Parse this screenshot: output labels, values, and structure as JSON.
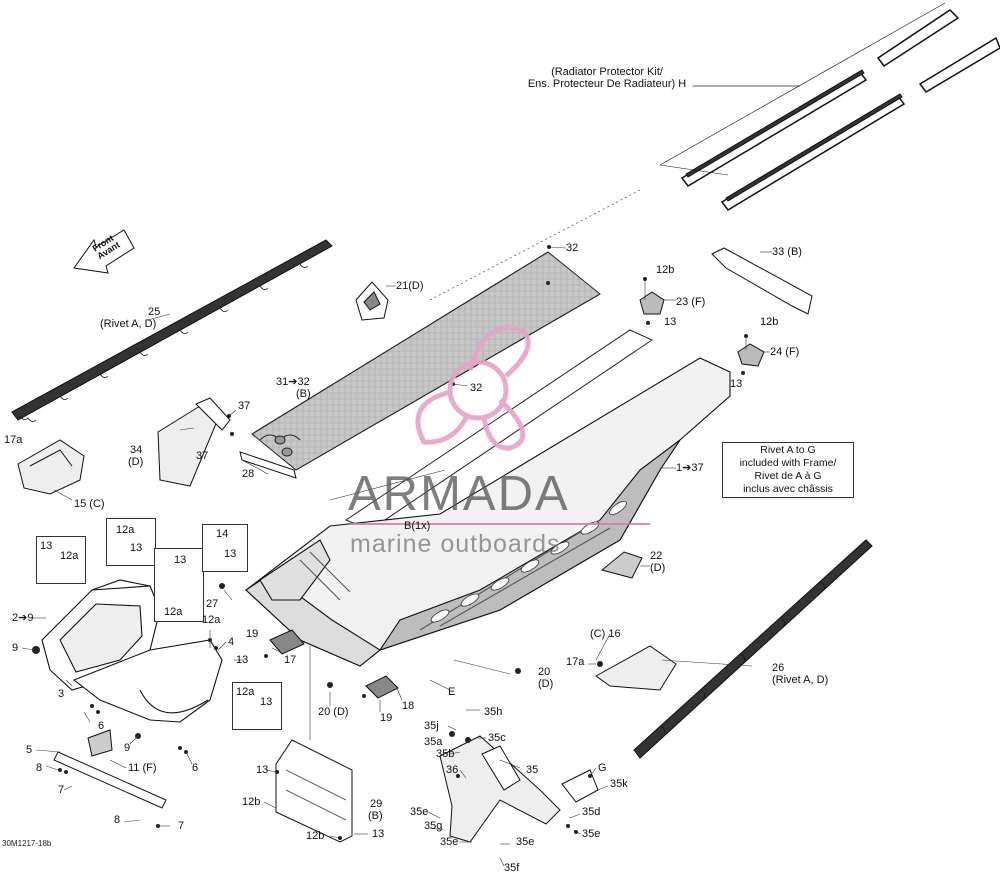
{
  "watermark": {
    "title": "ARMADA",
    "subtitle": "marine outboards",
    "accent_color": "#e7a3c8"
  },
  "drawing_code": "30M1217-18b",
  "front_arrow": {
    "line1": "Front",
    "line2": "Avant"
  },
  "kit_note": {
    "line1": "(Radiator Protector Kit/",
    "line2": "Ens. Protecteur De Radiateur)  H"
  },
  "rivet_note": {
    "line1": "Rivet A to G",
    "line2": "included with Frame/",
    "line3": "Rivet de A à G",
    "line4": "inclus avec châssis"
  },
  "boxes": {
    "b1": {
      "l1": "13",
      "l2": "12a"
    },
    "b2": {
      "l1": "12a",
      "l2": "13"
    },
    "b3": {
      "l1": "13",
      "l2": "12a"
    },
    "b4": {
      "l1": "14",
      "l2": "13"
    },
    "b5": {
      "l1": "12a",
      "l2": "13"
    }
  },
  "labels": {
    "l25": "25",
    "l25b": "(Rivet A, D)",
    "l21": "21(D)",
    "l32a": "32",
    "l32b": "32",
    "l3132": "31➔32",
    "l3132b": "(B)",
    "l12b_1": "12b",
    "l23": "23 (F)",
    "l13_1": "13",
    "l33": "33 (B)",
    "l12b_2": "12b",
    "l24": "24 (F)",
    "l13_2": "13",
    "l37a": "37",
    "l34": "34",
    "l34b": "(D)",
    "l37b": "37",
    "l28": "28",
    "l17a_1": "17a",
    "l15": "15 (C)",
    "l137": "1➔37",
    "lB1x": "B(1x)",
    "l22": "22",
    "l22b": "(D)",
    "l29": "2➔9",
    "l9a": "9",
    "l27": "27",
    "l12a_1": "12a",
    "l4": "4",
    "l13_3": "13",
    "l19a": "19",
    "l17": "17",
    "l16": "(C)  16",
    "l17a_2": "17a",
    "l20a": "20",
    "l20ab": "(D)",
    "l26": "26",
    "l26b": "(Rivet A, D)",
    "l3": "3",
    "l6a": "6",
    "l20d": "20 (D)",
    "l19b": "19",
    "l18": "18",
    "lE": "E",
    "l35h": "35h",
    "l35j": "35j",
    "l35a": "35a",
    "l35c": "35c",
    "l35b": "35b",
    "l9b": "9",
    "l5": "5",
    "l8a": "8",
    "l11": "11 (F)",
    "l6b": "6",
    "l7a": "7",
    "l13_4": "13",
    "l36": "36",
    "l35": "35",
    "lG": "G",
    "l35k": "35k",
    "l12b_3": "12b",
    "l29n": "29",
    "l29b": "(B)",
    "l35e_1": "35e",
    "l35g": "35g",
    "l35d": "35d",
    "l35e_2": "35e",
    "l35e_3": "35e",
    "l35e_4": "35e",
    "l35f": "35f",
    "l8b": "8",
    "l7b": "7",
    "l12b_4": "12b",
    "l13_5": "13"
  }
}
